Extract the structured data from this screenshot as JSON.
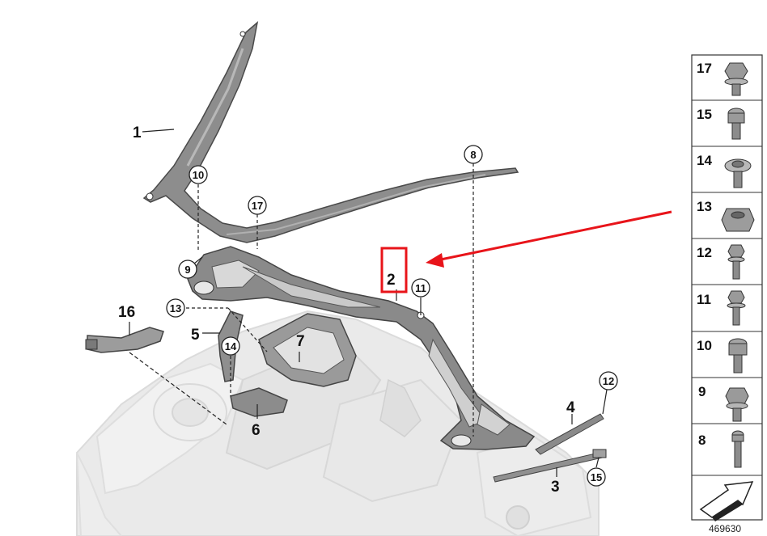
{
  "diagram": {
    "main_labels": [
      "1",
      "2",
      "3",
      "4",
      "5",
      "6",
      "7",
      "16"
    ],
    "circle_labels": [
      "8",
      "9",
      "10",
      "11",
      "12",
      "13",
      "14",
      "15",
      "17"
    ],
    "highlight_label": "2",
    "parts_column": [
      "17",
      "15",
      "14",
      "13",
      "12",
      "11",
      "10",
      "9",
      "8"
    ],
    "reference_number": "469630",
    "highlight_color": "#e8141a"
  }
}
